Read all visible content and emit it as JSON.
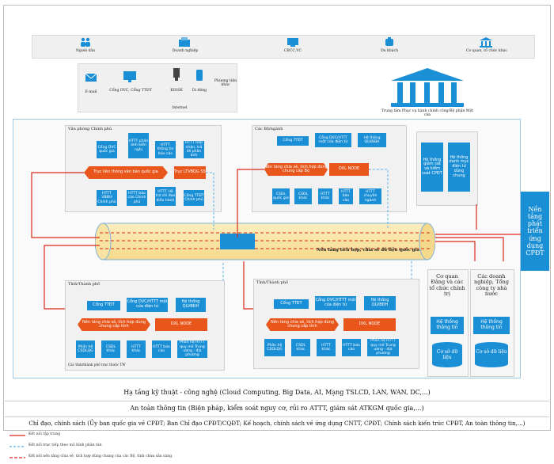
{
  "users": {
    "citizen": "Người dân",
    "business": "Doanh nghiệp",
    "officials": "CBCC,VC",
    "tourist": "Du khách",
    "agency": "Cơ quan, tổ chức khác"
  },
  "channels": {
    "email": "E-mail",
    "portal": "Cổng DVC, Cổng TTĐT",
    "kiosk": "KIOSK",
    "mobile": "Di động",
    "media": "Phương tiện khác",
    "internet": "Internet"
  },
  "one_stop": "Trung tâm Phục vụ hành chính công/Bộ phận Một cửa",
  "gov_office": {
    "title": "Văn phòng Chính phủ",
    "top_boxes": [
      "Cổng DVC quốc gia",
      "HTTT phản ánh kiến nghị",
      "HTTT thông tin báo cáo",
      "HTTT tiếp nhận, trả lời phản ánh"
    ],
    "doc_axis": "Trục liên thông văn bản quốc gia",
    "ltvbqg": "Trục LTVBQG SS",
    "bottom_boxes": [
      "HTTT VBĐH Chính phủ",
      "HTTT báo cáo Chính phủ",
      "HTTT Hỗ trợ chỉ đạo điều hành",
      "Cổng TTĐT Chính phủ"
    ]
  },
  "ministries": {
    "title": "Các Bộ/ngành",
    "top_boxes": [
      "Cổng TTĐT",
      "Cổng DVC/HTTT một cửa điện tử",
      "Hệ thống QLVBĐH"
    ],
    "platform": "Nền tảng chia sẻ, tích hợp dùng chung cấp Bộ",
    "dxl": "DXL NODE",
    "bottom_boxes": [
      "CSDL quốc gia",
      "CSDL khác",
      "HTTT khác",
      "HTTT báo cáo",
      "HTTT chuyên ngành"
    ]
  },
  "shared": {
    "monitor": "Hệ thống giám sát và kiểm soát CPĐT",
    "catalog": "Hệ thống danh mục điện tử dùng chung"
  },
  "ngsp": "Nền tảng tích hợp, chia sẻ dữ liệu quốc gia",
  "right_platform": "Nền tảng phát triển ứng dụng CPĐT",
  "party": {
    "title": "Cơ quan Đảng và các tổ chức chính trị",
    "system": "Hệ thống thông tin",
    "db": "Cơ sở dữ liệu"
  },
  "enterprise": {
    "title": "Các doanh nghiệp, Tổng công ty nhà nước",
    "system": "Hệ thống thông tin",
    "db": "Cơ sở dữ liệu"
  },
  "province_left": {
    "title": "Tỉnh/Thành phố",
    "top_boxes": [
      "Cổng TTĐT",
      "Cổng DVC/HTTT một cửa điện tử",
      "Hệ thống QLVBĐH"
    ],
    "platform": "Nền tảng chia sẻ, tích hợp dùng chung cấp tỉnh",
    "dxl": "DXL NODE",
    "bottom_boxes": [
      "Phần hệ CSDLQG",
      "CSDL khác",
      "HTTT khác",
      "HTTT báo cáo",
      "Phần hệ HTTT quy mô Trung ương - địa phương"
    ],
    "note": "Các tỉnh/thành phố trực thuộc TW"
  },
  "province_right": {
    "title": "Tỉnh/Thành phố",
    "top_boxes": [
      "Cổng TTĐT",
      "Cổng DVC/HTTT một cửa điện tử",
      "Hệ thống QLVBĐH"
    ],
    "platform": "Nền tảng chia sẻ, tích hợp dùng chung cấp tỉnh",
    "dxl": "DXL NODE",
    "bottom_boxes": [
      "Phần hệ CSDLQG",
      "CSDL khác",
      "HTTT khác",
      "HTTT báo cáo",
      "Phần hệ HTTT quy mô Trung ương - địa phương"
    ]
  },
  "footers": {
    "infra": "Hạ tầng kỹ thuật - công nghệ (Cloud Computing, Big Data, AI, Mạng TSLCD, LAN, WAN, DC,...)",
    "security": "An toàn thông tin (Biện pháp, kiểm soát nguy cơ, rủi ro ATTT, giám sát ATKGM quốc gia,...)",
    "policy": "Chỉ đạo, chính sách (Ủy ban quốc gia về CPĐT; Ban Chỉ đạo CPĐT/CQĐT; Kế hoạch, chính sách về ứng dụng CNTT, CPĐT; Chính sách kiến trúc CPĐT, An toàn thông tin,...)"
  },
  "legend": [
    "Kết nối tập trung",
    "Kết nối trực tiếp theo mô hình phân tán",
    "Kết nối nền tảng chia sẻ, tích hợp dùng chung của các Bộ, tỉnh chưa sẵn sàng"
  ],
  "colors": {
    "blue": "#1a8fd6",
    "orange": "#e8561b",
    "red": "#d9281c",
    "dashed": "#5ab4e6"
  }
}
